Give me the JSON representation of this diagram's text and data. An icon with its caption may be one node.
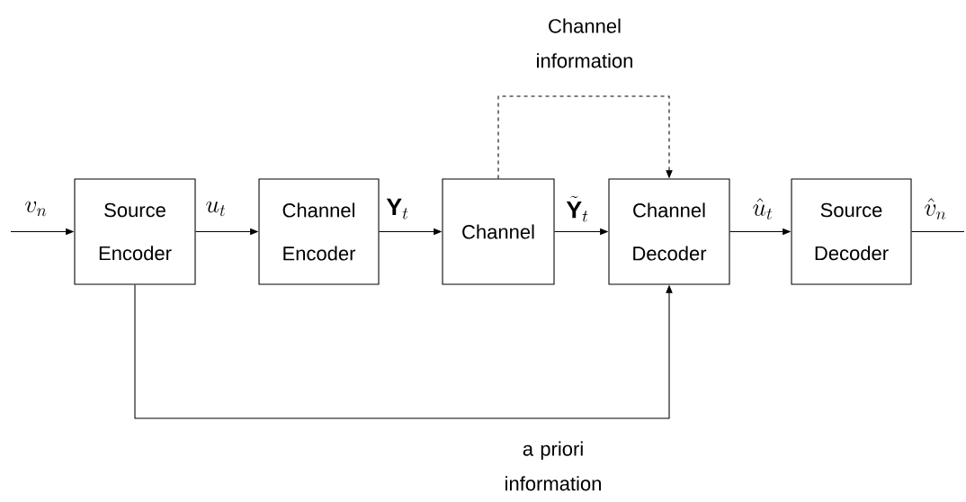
{
  "diagram": {
    "nodes": [
      {
        "text": [
          "Source Encoder"
        ]
      },
      {
        "text": [
          "Channel Encoder"
        ]
      },
      {
        "text": [
          "Channel"
        ]
      },
      {
        "text": [
          "Channel Decoder"
        ]
      },
      {
        "text": [
          "Source Decoder"
        ]
      }
    ],
    "edges": [
      {
        "from": null,
        "to": 0,
        "arrow": "to",
        "label": "v_{n}"
      },
      {
        "from": 0,
        "to": 1,
        "arrow": "to",
        "label": "u_{t}"
      },
      {
        "from": 1,
        "to": 2,
        "arrow": "to",
        "label": "\\mathbf{Y}_{t}"
      },
      {
        "from": 2,
        "to": 3,
        "arrow": "to",
        "label": "\\tilde{\\mathbf{Y}}_{t}"
      },
      {
        "from": 3,
        "to": 4,
        "arrow": "to",
        "label": "\\hat{u}_{t}"
      },
      {
        "from": 4,
        "to": null,
        "arrow": "none",
        "label": "\\hat{v}_{n}"
      },
      {
        "from": 2,
        "to": 3,
        "arrow": "to",
        "style": "dashed",
        "label": "Channel information"
      },
      {
        "from": 0,
        "to": 3,
        "arrow": "to",
        "label": "a priori information"
      }
    ]
  }
}
